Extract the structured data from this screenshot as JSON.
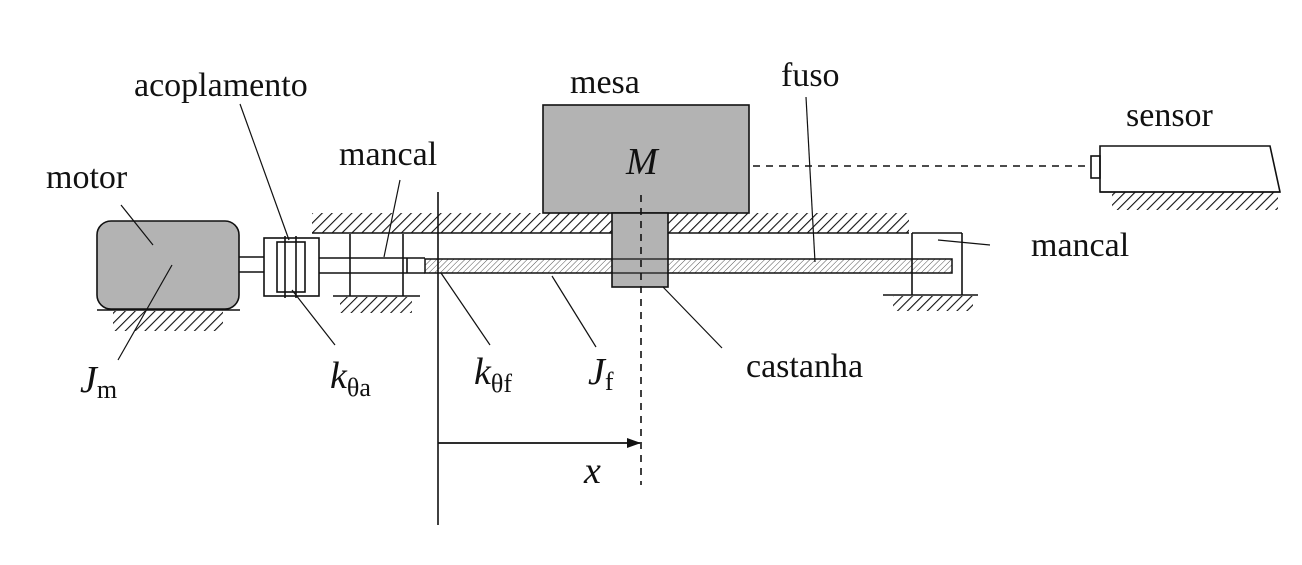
{
  "labels": {
    "motor": "motor",
    "acoplamento": "acoplamento",
    "mancal_left": "mancal",
    "mesa": "mesa",
    "fuso": "fuso",
    "sensor": "sensor",
    "mancal_right": "mancal",
    "castanha": "castanha"
  },
  "symbols": {
    "M": "M",
    "J_m": {
      "main": "J",
      "sub": "m"
    },
    "k_theta_a": {
      "main": "k",
      "sub": "θa"
    },
    "k_theta_f": {
      "main": "k",
      "sub": "θf"
    },
    "J_f": {
      "main": "J",
      "sub": "f"
    },
    "x": "x"
  },
  "colors": {
    "body_fill": "#b3b3b3",
    "line": "#111111"
  }
}
